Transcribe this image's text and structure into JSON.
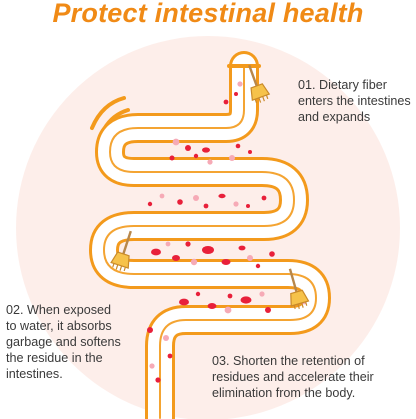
{
  "title": "Protect intestinal health",
  "captions": {
    "step1": "01. Dietary fiber\nenters the intestines\nand expands",
    "step2": "02. When exposed\nto water, it absorbs\ngarbage and softens\nthe residue in the\nintestines.",
    "step3": "03. Shorten the retention of\nresidues and accelerate their\nelimination from the body."
  },
  "icons": [
    "broom-icon",
    "broom-icon",
    "broom-icon"
  ],
  "colors": {
    "title": "#f08a16",
    "intestine": "#f39a1c",
    "background_circle": "#fde9e4",
    "particles_red": "#e8203a",
    "particles_pink": "#f6aab6",
    "text": "#3a3a3a"
  }
}
